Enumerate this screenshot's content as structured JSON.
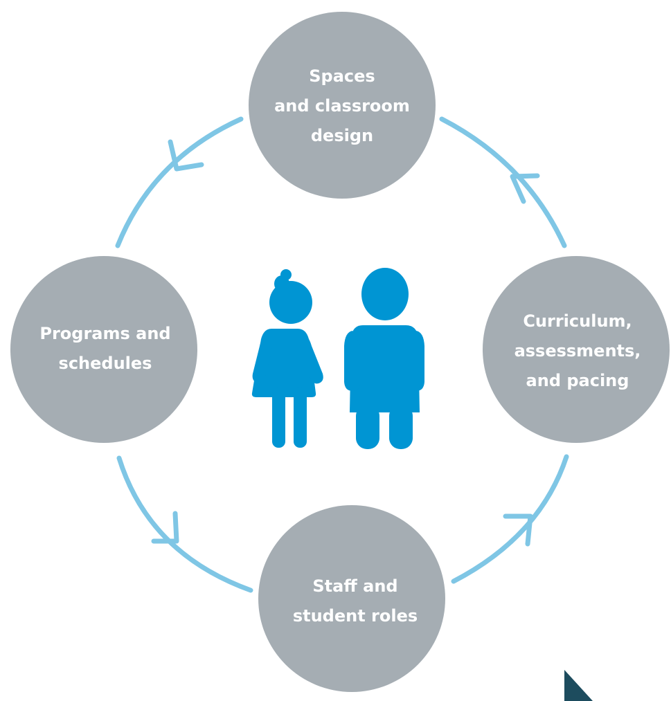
{
  "colors": {
    "node_fill": "#a5adb3",
    "arc": "#7fc6e5",
    "figures": "#0095d3",
    "corner_mark": "#1d4c5e"
  },
  "nodes": {
    "top": {
      "lines": [
        "Spaces",
        "and classroom",
        "design"
      ]
    },
    "right": {
      "lines": [
        "Curriculum,",
        "assessments,",
        "and pacing"
      ]
    },
    "bottom": {
      "lines": [
        "Staff and",
        "student roles"
      ]
    },
    "left": {
      "lines": [
        "Programs and",
        "schedules"
      ]
    }
  },
  "center_icon": "girl-and-boy-icon",
  "cycle_direction": "counter-clockwise"
}
